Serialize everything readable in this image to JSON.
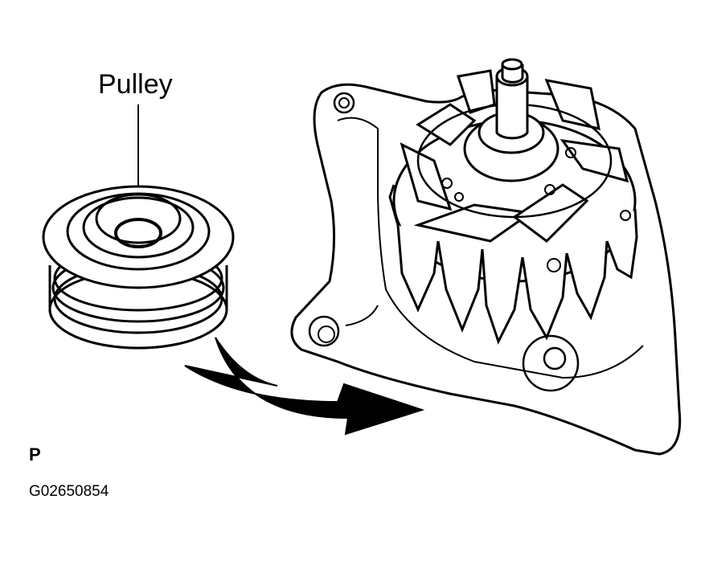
{
  "labels": {
    "pulley": "Pulley",
    "corner_mark": "P",
    "figure_code": "G02650854"
  },
  "parts": {
    "pulley_icon": "pulley-icon",
    "alternator_icon": "alternator-rotor-icon",
    "arrow_icon": "curved-arrow-icon"
  },
  "colors": {
    "line": "#000000",
    "background": "#ffffff"
  }
}
